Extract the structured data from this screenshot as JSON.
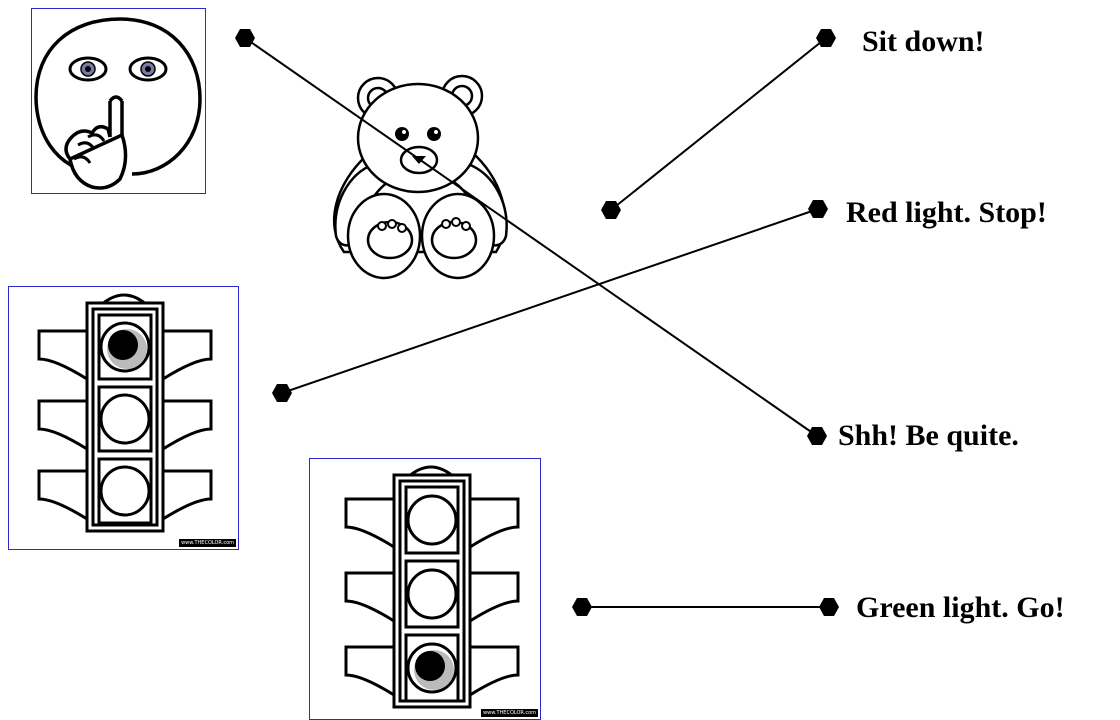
{
  "worksheet": {
    "pictures": [
      {
        "key": "shush",
        "icon": "shushing-face-icon"
      },
      {
        "key": "bear",
        "icon": "teddy-bear-icon"
      },
      {
        "key": "red",
        "icon": "traffic-light-red-icon",
        "credit": "www.THECOLOR.com"
      },
      {
        "key": "green",
        "icon": "traffic-light-green-icon",
        "credit": "www.THECOLOR.com"
      }
    ],
    "phrases": [
      {
        "key": "sit",
        "text": "Sit down!"
      },
      {
        "key": "red",
        "text": "Red light. Stop!"
      },
      {
        "key": "shh",
        "text": "Shh! Be quite."
      },
      {
        "key": "green",
        "text": "Green light. Go!"
      }
    ],
    "colors": {
      "frame": "#2a2ad0",
      "ink": "#000000"
    }
  }
}
